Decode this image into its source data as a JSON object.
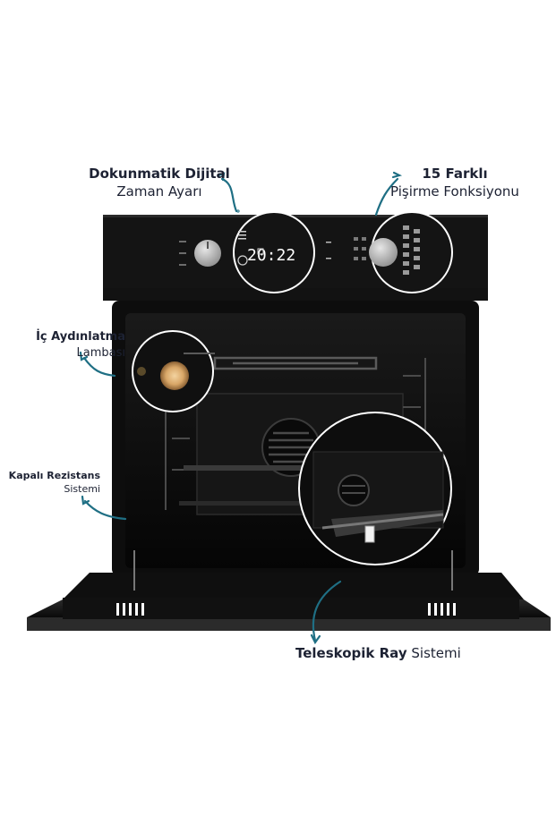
{
  "callouts": {
    "digital_timer": {
      "bold": "Dokunmatik Dijital",
      "normal": "Zaman Ayarı"
    },
    "cooking_functions": {
      "bold": "15 Farklı",
      "normal": "Pişirme Fonksiyonu"
    },
    "interior_light": {
      "bold": "İç Aydınlatma",
      "normal": "Lambası"
    },
    "closed_heater": {
      "bold": "Kapalı Rezistans",
      "normal": "Sistemi"
    },
    "telescopic_rail": {
      "bold": "Teleskopik Ray",
      "normal": "Sistemi"
    }
  },
  "display": {
    "time": "20:22"
  },
  "colors": {
    "accent_teal": "#1f6f84",
    "oven_black": "#0d0d0d",
    "panel_black": "#141414",
    "knob_silver": "#b9b9b9",
    "label_text": "#1d2233"
  }
}
